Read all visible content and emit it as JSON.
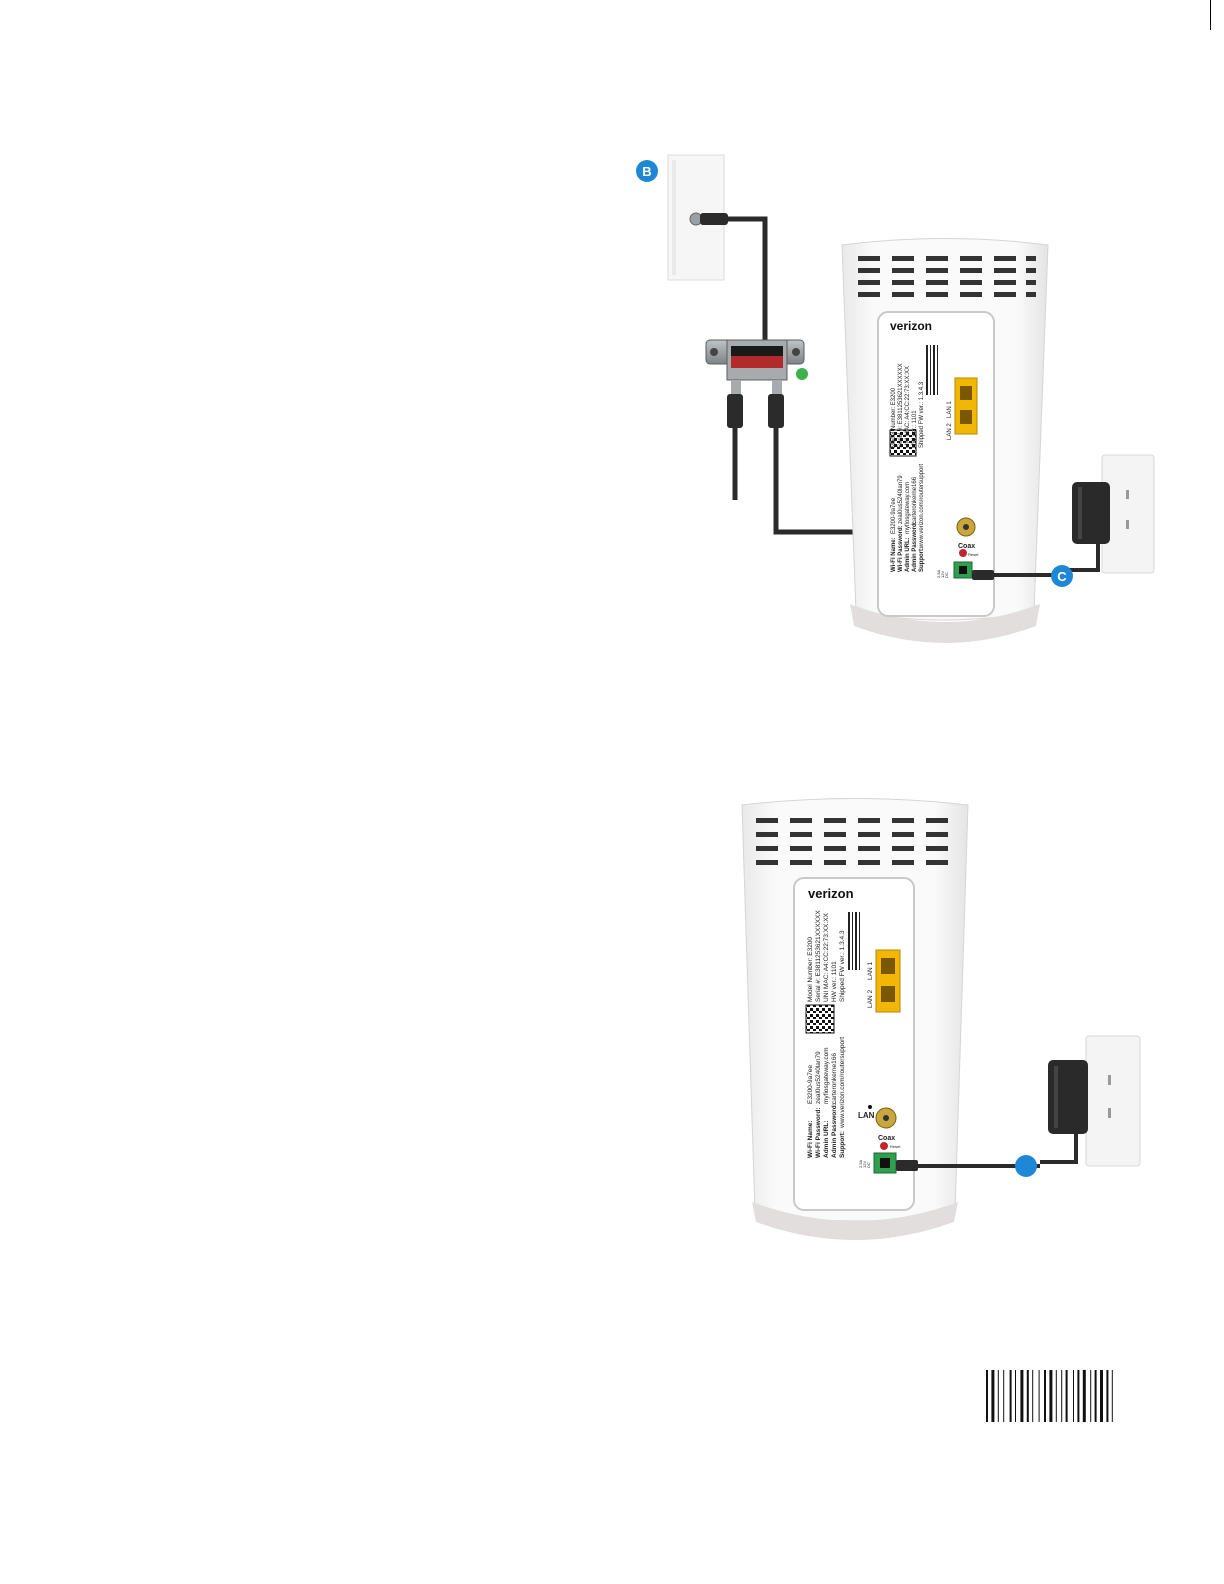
{
  "figure1": {
    "badge_b": "B",
    "badge_c": "C",
    "router": {
      "brand": "verizon",
      "model_line": "Model Number: E3200",
      "serial_line": "Serial #: E3811253621XXXXXX",
      "mac_line": "UNI MAC: A4:CC:22:73:XX:XX",
      "hw_line": "HW ver.: 1101",
      "fw_line": "Shipped FW ver.: 1.3.4.3",
      "wifi_name_label": "Wi-Fi Name:",
      "wifi_name_value": "E3200-9a7ee",
      "wifi_pass_label": "Wi-Fi Password:",
      "wifi_pass_value": "zeal0us5240lan79",
      "admin_url_label": "Admin URL:",
      "admin_url_value": "myfiosgateway.com",
      "admin_pass_label": "Admin Password:",
      "admin_pass_value": "carteronkerne166",
      "support_label": "Support:",
      "support_value": "www.verizon.com/routersupport",
      "lan1": "LAN 1",
      "lan2": "LAN 2",
      "coax": "Coax",
      "reset": "Reset",
      "dc": "DC",
      "dc_volt": "12V",
      "dc_amp": "2.5A"
    }
  },
  "figure2": {
    "router": {
      "brand": "verizon",
      "model_line": "Model Number: E3200",
      "serial_line": "Serial #: E3811253621XXXXXX",
      "mac_line": "UNI MAC: A4:CC:22:73:XX:XX",
      "hw_line": "HW ver.: 1101",
      "fw_line": "Shipped FW ver.: 1.3.4.3",
      "wifi_name_label": "Wi-Fi Name:",
      "wifi_name_value": "E3200-9a7ee",
      "wifi_pass_label": "Wi-Fi Password:",
      "wifi_pass_value": "zeal0us5240lan79",
      "admin_url_label": "Admin URL:",
      "admin_url_value": "myfiosgateway.com",
      "admin_pass_label": "Admin Password:",
      "admin_pass_value": "carteronkerne166",
      "support_label": "Support:",
      "support_value": "www.verizon.com/routersupport",
      "lan1": "LAN 1",
      "lan2": "LAN 2",
      "lan": "LAN",
      "coax": "Coax",
      "reset": "Reset",
      "dc": "DC",
      "dc_volt": "12V",
      "dc_amp": "2.5A"
    }
  },
  "colors": {
    "badge_blue": "#1e88d6",
    "port_yellow": "#f2b705",
    "port_green": "#2e9e4f",
    "cable_dark": "#2b2b2b"
  }
}
